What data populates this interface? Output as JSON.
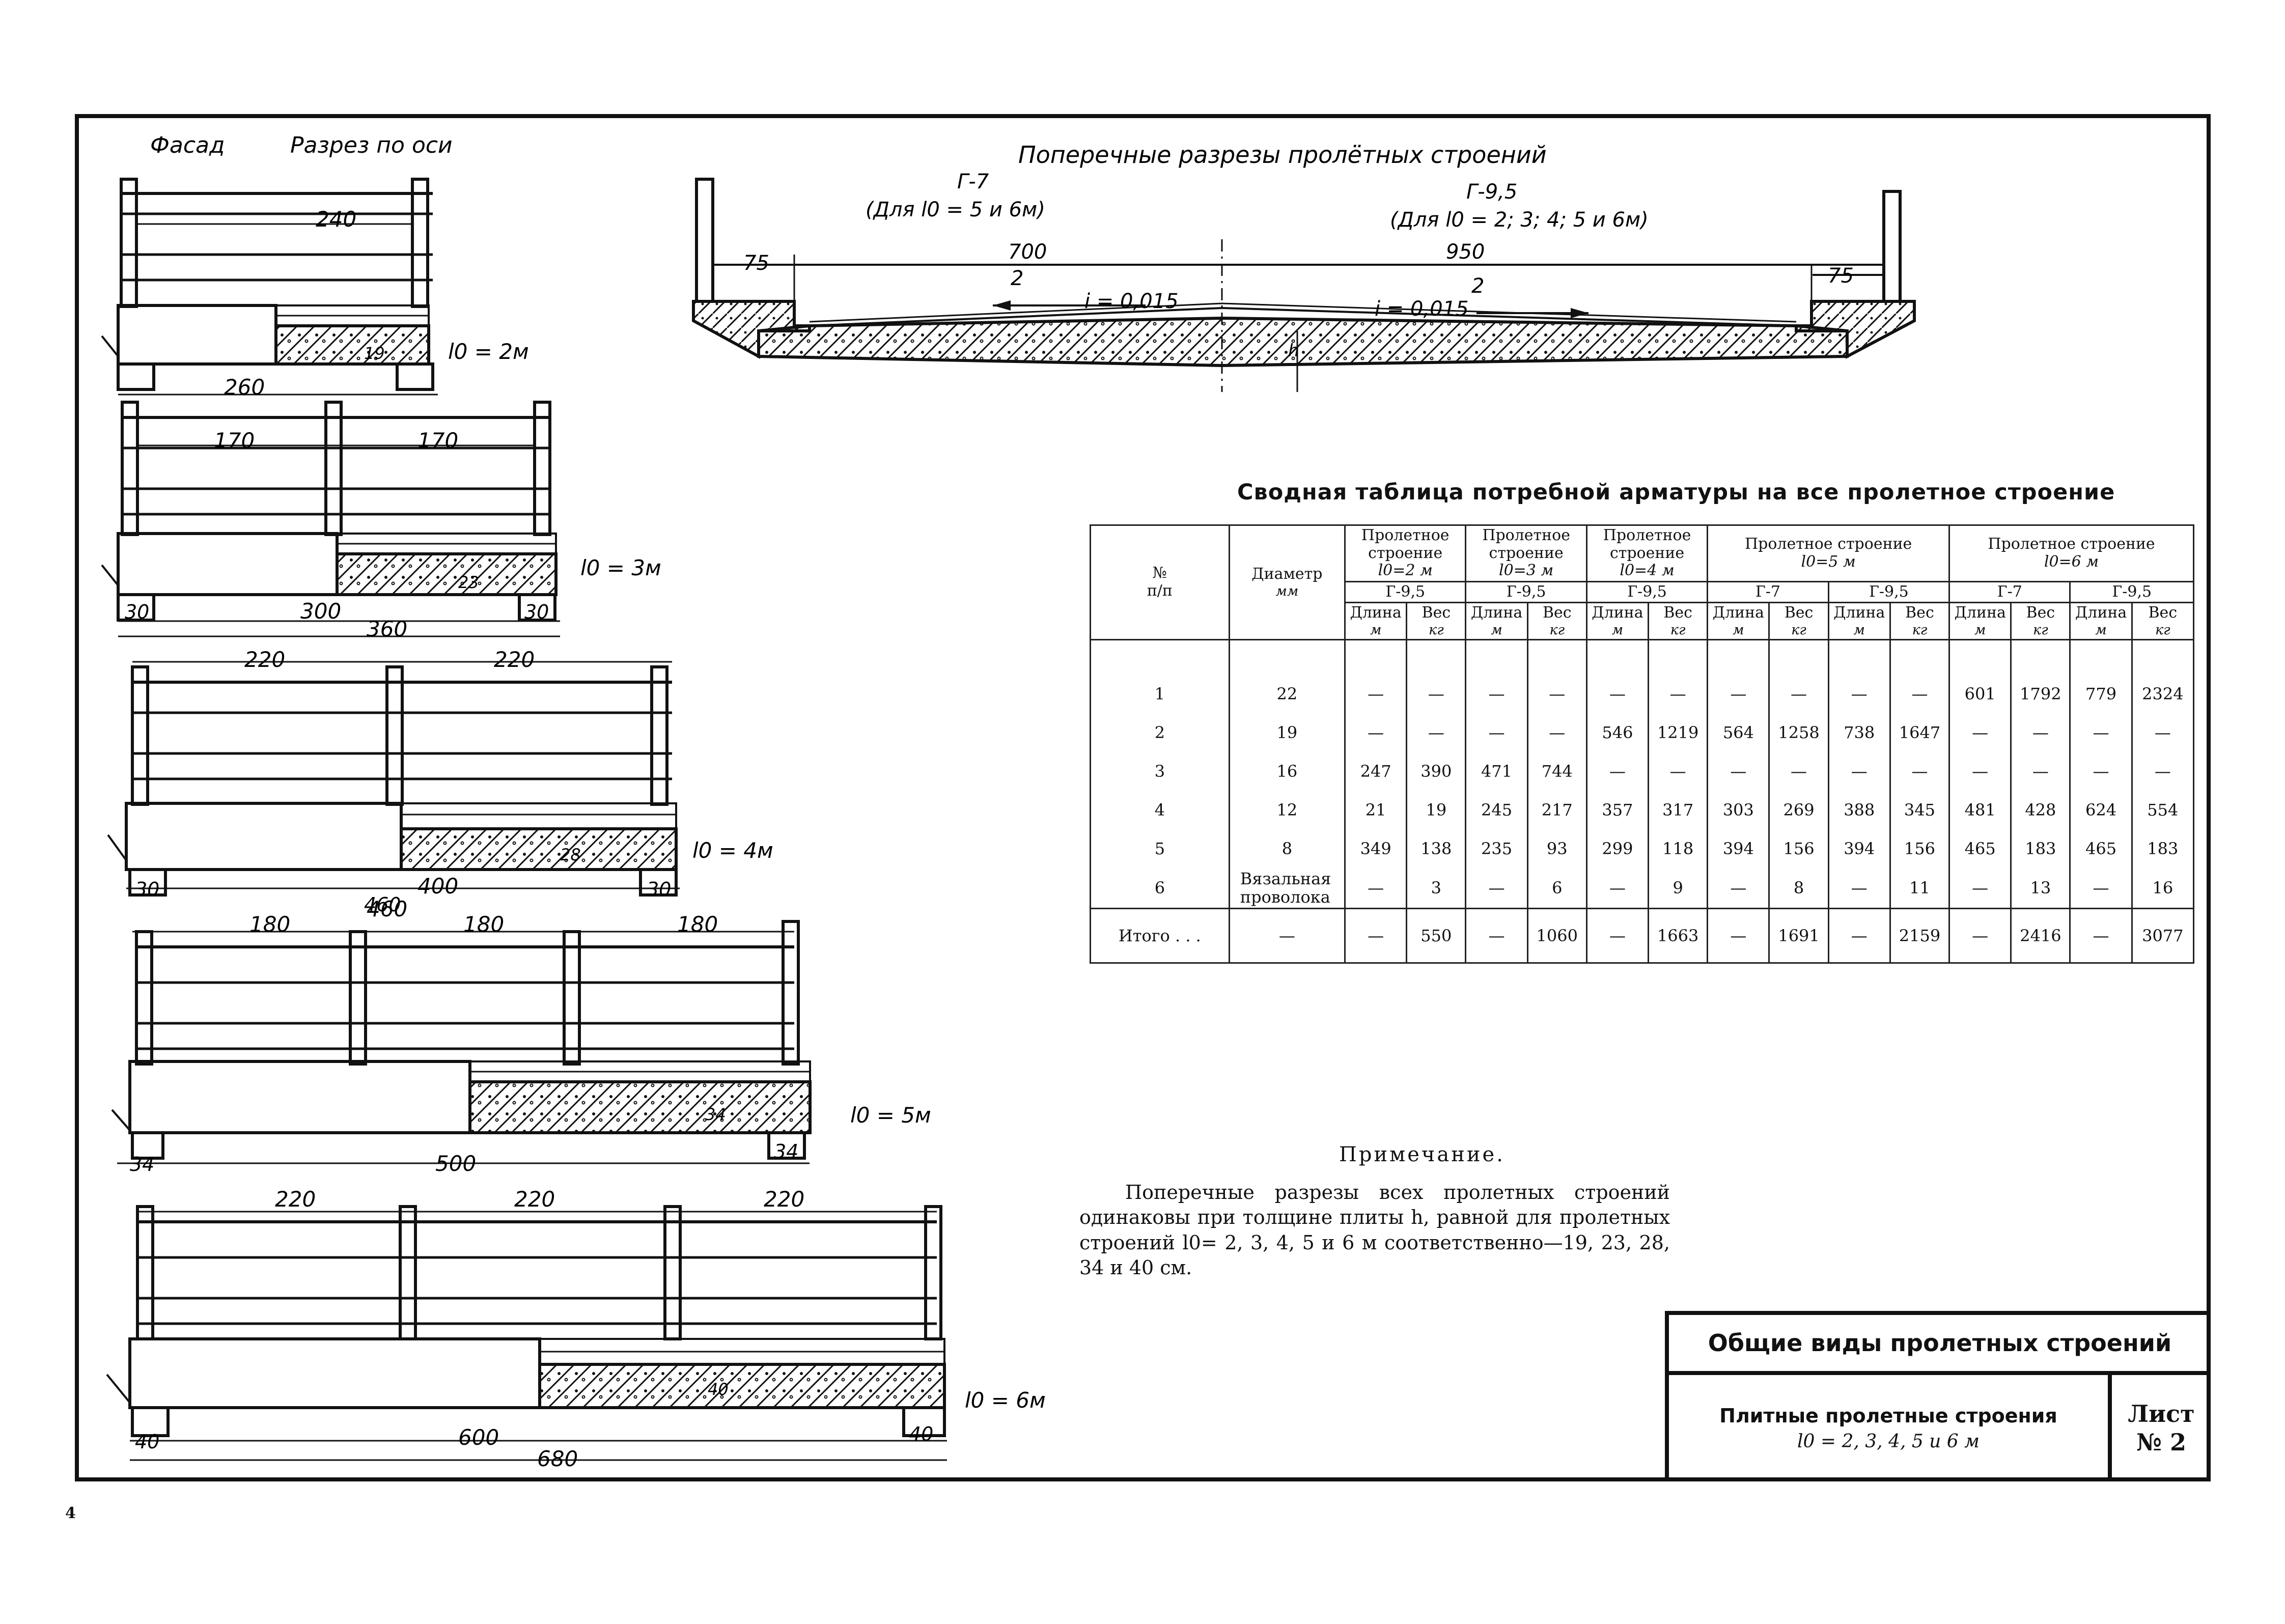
{
  "drawing": {
    "facade_label": "Фасад",
    "section_axis_label": "Разрез по оси",
    "cross_sections_title": "Поперечные разрезы пролётных строений",
    "left_span_type": "Г-7",
    "left_span_note": "(Для  l0 = 5 и 6м)",
    "right_span_type": "Г-9,5",
    "right_span_note": "(Для  l0 = 2; 3; 4; 5 и 6м)",
    "dim_700_top": "700",
    "dim_700_bottom": "2",
    "dim_950_top": "950",
    "dim_950_bottom": "2",
    "dim_75_left": "75",
    "dim_75_right": "75",
    "slope_left": "i = 0,015",
    "slope_right": "i = 0,015",
    "h_label": "h",
    "spans": [
      {
        "span_label": "l0 = 2м",
        "top_dims": [
          "240"
        ],
        "bottom_dims": [
          "260"
        ],
        "thickness": "19"
      },
      {
        "span_label": "l0 = 3м",
        "top_dims": [
          "170",
          "170"
        ],
        "bottom_dims": [
          "30",
          "300",
          "30",
          "360"
        ],
        "thickness": "23"
      },
      {
        "span_label": "l0 = 4м",
        "top_dims": [
          "220",
          "220"
        ],
        "bottom_dims": [
          "30",
          "400",
          "30",
          "460"
        ],
        "thickness": "28"
      },
      {
        "span_label": "l0 = 5м",
        "top_dims": [
          "180",
          "180",
          "180"
        ],
        "bottom_dims": [
          "34",
          "500",
          "34"
        ],
        "thickness": "34"
      },
      {
        "span_label": "l0 = 6м",
        "top_dims": [
          "220",
          "220",
          "220"
        ],
        "bottom_dims": [
          "40",
          "600",
          "40",
          "680"
        ],
        "thickness": "40"
      }
    ]
  },
  "table": {
    "title": "Сводная таблица потребной арматуры на все пролетное строение",
    "headers": {
      "no": "№",
      "no_sub": "п/п",
      "diameter": "Диаметр",
      "diameter_unit": "мм",
      "span2": "Пролетное строение",
      "span2_l": "l0=2 м",
      "span3": "Пролетное строение",
      "span3_l": "l0=3 м",
      "span4": "Пролетное строение",
      "span4_l": "l0=4 м",
      "span5": "Пролетное строение",
      "span5_l": "l0=5 м",
      "span6": "Пролетное строение",
      "span6_l": "l0=6 м",
      "g95": "Г-9,5",
      "g7": "Г-7",
      "length": "Длина",
      "length_unit": "м",
      "weight": "Вес",
      "weight_unit": "кг"
    },
    "rows": [
      {
        "no": "1",
        "diameter": "22",
        "cells": [
          "—",
          "—",
          "—",
          "—",
          "—",
          "—",
          "—",
          "—",
          "—",
          "—",
          "601",
          "1792",
          "779",
          "2324"
        ]
      },
      {
        "no": "2",
        "diameter": "19",
        "cells": [
          "—",
          "—",
          "—",
          "—",
          "546",
          "1219",
          "564",
          "1258",
          "738",
          "1647",
          "—",
          "—",
          "—",
          "—"
        ]
      },
      {
        "no": "3",
        "diameter": "16",
        "cells": [
          "247",
          "390",
          "471",
          "744",
          "—",
          "—",
          "—",
          "—",
          "—",
          "—",
          "—",
          "—",
          "—",
          "—"
        ]
      },
      {
        "no": "4",
        "diameter": "12",
        "cells": [
          "21",
          "19",
          "245",
          "217",
          "357",
          "317",
          "303",
          "269",
          "388",
          "345",
          "481",
          "428",
          "624",
          "554"
        ]
      },
      {
        "no": "5",
        "diameter": "8",
        "cells": [
          "349",
          "138",
          "235",
          "93",
          "299",
          "118",
          "394",
          "156",
          "394",
          "156",
          "465",
          "183",
          "465",
          "183"
        ]
      },
      {
        "no": "6",
        "diameter": "Вязальная проволока",
        "cells": [
          "—",
          "3",
          "—",
          "6",
          "—",
          "9",
          "—",
          "8",
          "—",
          "11",
          "—",
          "13",
          "—",
          "16"
        ]
      }
    ],
    "total": {
      "label": "Итого . . .",
      "diameter": "—",
      "cells": [
        "—",
        "550",
        "—",
        "1060",
        "—",
        "1663",
        "—",
        "1691",
        "—",
        "2159",
        "—",
        "2416",
        "—",
        "3077"
      ]
    }
  },
  "note": {
    "title": "Примечание.",
    "text": "Поперечные разрезы всех пролетных строений одинаковы при толщине плиты h, равной для пролетных строений l0= 2, 3, 4, 5 и 6 м соответственно—19, 23, 28, 34 и 40 см."
  },
  "stamp": {
    "title": "Общие виды пролетных строений",
    "subtitle": "Плитные пролетные строения",
    "subtitle_2": "l0 = 2, 3, 4, 5 и 6 м",
    "sheet_label": "Лист",
    "sheet_number": "№ 2"
  },
  "page_number": "4"
}
